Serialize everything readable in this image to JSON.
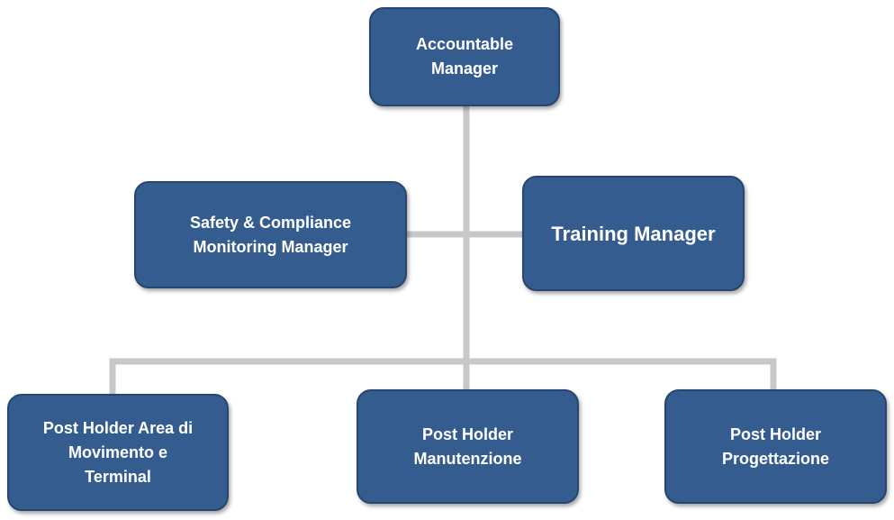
{
  "diagram": {
    "type": "org-chart",
    "connector_color": "#c8c8c8",
    "box_color": "#345c8f",
    "text_color": "#ffffff",
    "nodes": {
      "accountable_manager": "Accountable\nManager",
      "safety_compliance": "Safety & Compliance\nMonitoring Manager",
      "training_manager": "Training Manager",
      "post_holder_area": "Post Holder Area di\nMovimento e\nTerminal",
      "post_holder_manutenzione": "Post Holder\nManutenzione",
      "post_holder_progettazione": "Post Holder\nProgettazione"
    },
    "edges": [
      [
        "accountable_manager",
        "safety_compliance"
      ],
      [
        "accountable_manager",
        "training_manager"
      ],
      [
        "accountable_manager",
        "post_holder_area"
      ],
      [
        "accountable_manager",
        "post_holder_manutenzione"
      ],
      [
        "accountable_manager",
        "post_holder_progettazione"
      ]
    ]
  }
}
